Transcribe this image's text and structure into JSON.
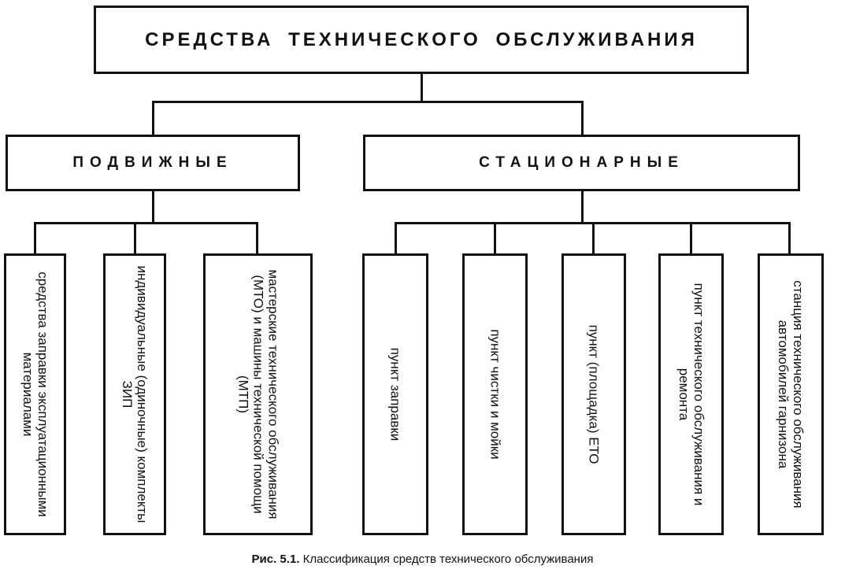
{
  "root": {
    "label": "СРЕДСТВА ТЕХНИЧЕСКОГО ОБСЛУЖИВАНИЯ"
  },
  "categories": [
    {
      "label": "ПОДВИЖНЫЕ"
    },
    {
      "label": "СТАЦИОНАРНЫЕ"
    }
  ],
  "mobile_items": [
    {
      "text": "средства заправки эксплуатационными материалами"
    },
    {
      "text": "индивидуальные (одиночные) комплекты ЗИП"
    },
    {
      "text": "мастерские технического обслуживания (МТО) и машины технической помощи (МТП)"
    }
  ],
  "stationary_items": [
    {
      "text": "пункт заправки"
    },
    {
      "text": "пункт чистки и мойки"
    },
    {
      "text": "пункт (площадка) ЕТО"
    },
    {
      "text": "пункт технического обслуживания и ремонта"
    },
    {
      "text": "станция технического обслуживания автомобилей гарнизона"
    }
  ],
  "caption": {
    "prefix": "Рис. 5.1.",
    "text": "Классификация средств технического обслуживания"
  }
}
